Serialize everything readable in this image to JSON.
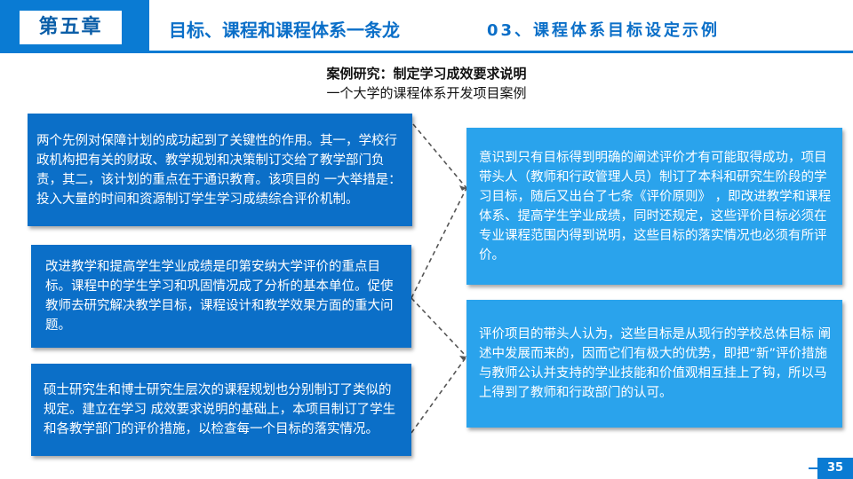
{
  "header": {
    "chapter": "第五章",
    "title": "目标、课程和课程体系一条龙",
    "section": "03、课程体系目标设定示例"
  },
  "case": {
    "title": "案例研究：制定学习成效要求说明",
    "subtitle": "一个大学的课程体系开发项目案例"
  },
  "left_boxes": [
    {
      "text": "两个先例对保障计划的成功起到了关键性的作用。其一，学校行政机构把有关的财政、教学规划和决策制订交给了教学部门负责，其二，该计划的重点在于通识教育。该项目的 一大举措是：投入大量的时间和资源制订学生学习成绩综合评价机制。"
    },
    {
      "text": "改进教学和提高学生学业成绩是印第安纳大学评价的重点目标。课程中的学生学习和巩固情况成了分析的基本单位。促使教师去研究解决教学目标，课程设计和教学效果方面的重大问题。"
    },
    {
      "text": "硕士研究生和博士研究生层次的课程规划也分别制订了类似的规定。建立在学习 成效要求说明的基础上，本项目制订了学生和各教学部门的评价措施，以检查每一个目标的落实情况。"
    }
  ],
  "right_boxes": [
    {
      "text": "意识到只有目标得到明确的阐述评价才有可能取得成功，项目带头人（教师和行政管理人员）制订了本科和研究生阶段的学习目标，随后又出台了七条《评价原则》 ，即改进教学和课程体系、提高学生学业成绩，同时还规定，这些评价目标必须在专业课程范围内得到说明，这些目标的落实情况也必须有所评价。"
    },
    {
      "text": "评价项目的带头人认为，这些目标是从现行的学校总体目标 阐述中发展而来的，因而它们有极大的优势，即把“新”评价措施与教师公认并支持的学业技能和价值观相互挂上了钩，所以马上得到了教师和行政部门的认可。"
    }
  ],
  "footer": {
    "page_number": "35"
  },
  "colors": {
    "accent_dark": "#0b6fc8",
    "accent_light": "#2aa3ec",
    "connector": "#555555"
  }
}
